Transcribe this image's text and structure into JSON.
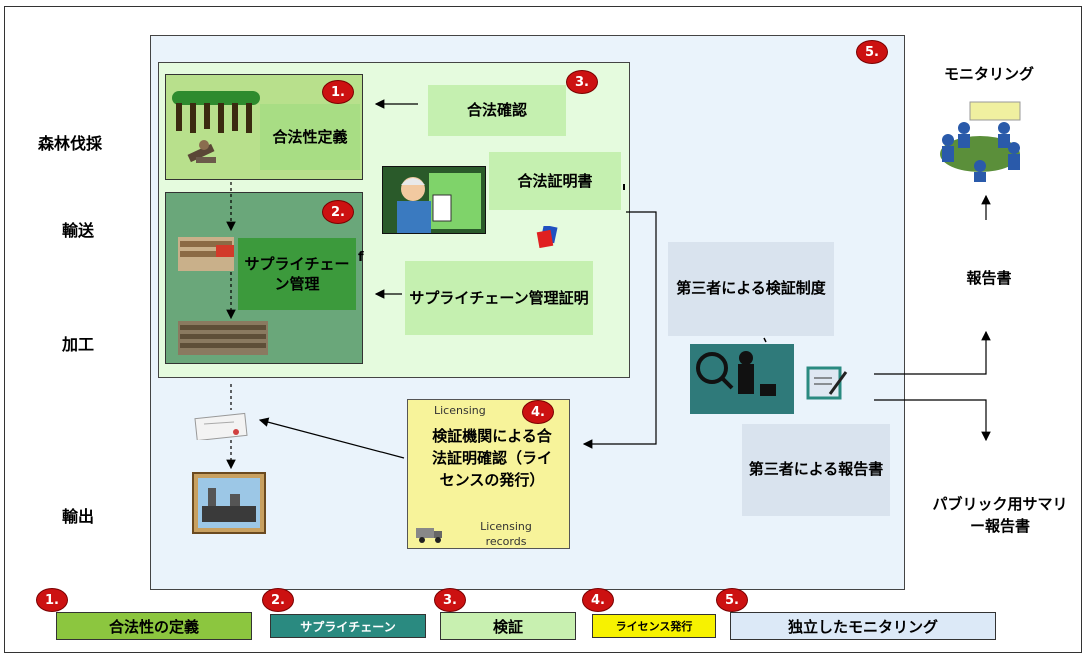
{
  "left_labels": {
    "logging": "森林伐採",
    "transport": "輸送",
    "processing": "加工",
    "export": "輸出"
  },
  "badges": {
    "b1": "1.",
    "b2": "2.",
    "b3": "3.",
    "b4": "4.",
    "b5": "5."
  },
  "boxes": {
    "legality_definition": "合法性定義",
    "legality_check": "合法確認",
    "legality_certificate": "合法証明書",
    "supply_chain": "サプライチェーン管理",
    "supply_chain_certificate": "サプライチェーン管理証明",
    "third_party_verification": "第三者による検証制度",
    "third_party_report": "第三者による報告書",
    "licensing_overlay": "Licensing",
    "licensing": "検証機関による合法証明確認（ライセンスの発行）",
    "licensing_records": "Licensing records"
  },
  "right": {
    "monitoring": "モニタリング",
    "report": "報告書",
    "public_summary": "パブリック用サマリー報告書"
  },
  "legend": {
    "item1": "合法性の定義",
    "item2": "サプライチェーン",
    "item3": "検証",
    "item4": "ライセンス発行",
    "item5": "独立したモニタリング"
  },
  "colors": {
    "legend1": "#8cc63f",
    "legend2": "#2a8a80",
    "legend3": "#c8f0b0",
    "legend4": "#f7f200",
    "legend5": "#dce9f7",
    "badge": "#cc1111"
  }
}
